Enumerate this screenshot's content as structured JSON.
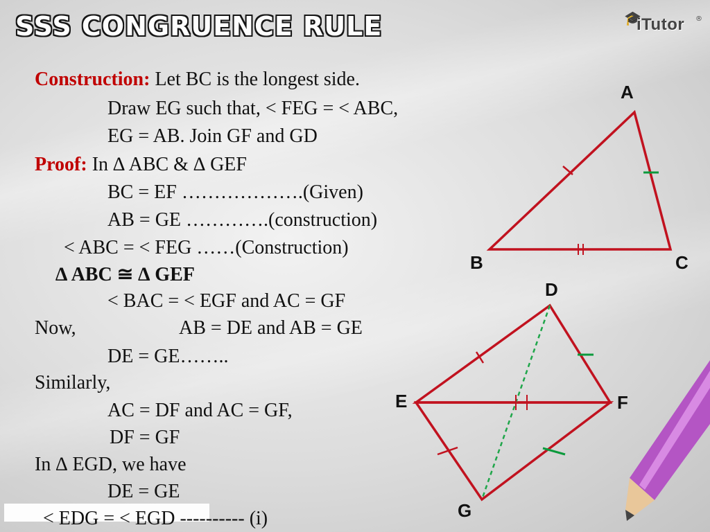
{
  "title": "SSS CONGRUENCE RULE",
  "logo": {
    "text": "iTutor",
    "mark": "®"
  },
  "lines": [
    {
      "label": "Construction:",
      "text": " Let BC is the longest side."
    },
    {
      "text": "Draw EG such that, < FEG = < ABC,"
    },
    {
      "text": "EG = AB. Join GF and GD"
    },
    {
      "label": "Proof:",
      "text": " In ∆ ABC & ∆ GEF"
    },
    {
      "text": "BC = EF ……………….(Given)"
    },
    {
      "text": "AB = GE ………….(construction)"
    },
    {
      "text": "< ABC = < FEG ……(Construction)"
    },
    {
      "text": "∆ ABC ≅  ∆ GEF"
    },
    {
      "text": "< BAC = < EGF and AC = GF"
    },
    {
      "text": "Now,"
    },
    {
      "text": "AB = DE and AB = GE"
    },
    {
      "text": "DE = GE…….."
    },
    {
      "text": "Similarly,"
    },
    {
      "text": "AC = DF and AC = GF,"
    },
    {
      "text": "DF = GF"
    },
    {
      "text": "In ∆ EGD, we have"
    },
    {
      "text": "DE = GE"
    },
    {
      "text": "< EDG = < EGD ---------- (i)"
    }
  ],
  "figure": {
    "triangle1": {
      "A": "A",
      "B": "B",
      "C": "C"
    },
    "quad": {
      "D": "D",
      "E": "E",
      "F": "F",
      "G": "G"
    },
    "colors": {
      "side": "#c1121f",
      "tick_green": "#0b9a3c",
      "dashed": "#1fa64a"
    }
  }
}
